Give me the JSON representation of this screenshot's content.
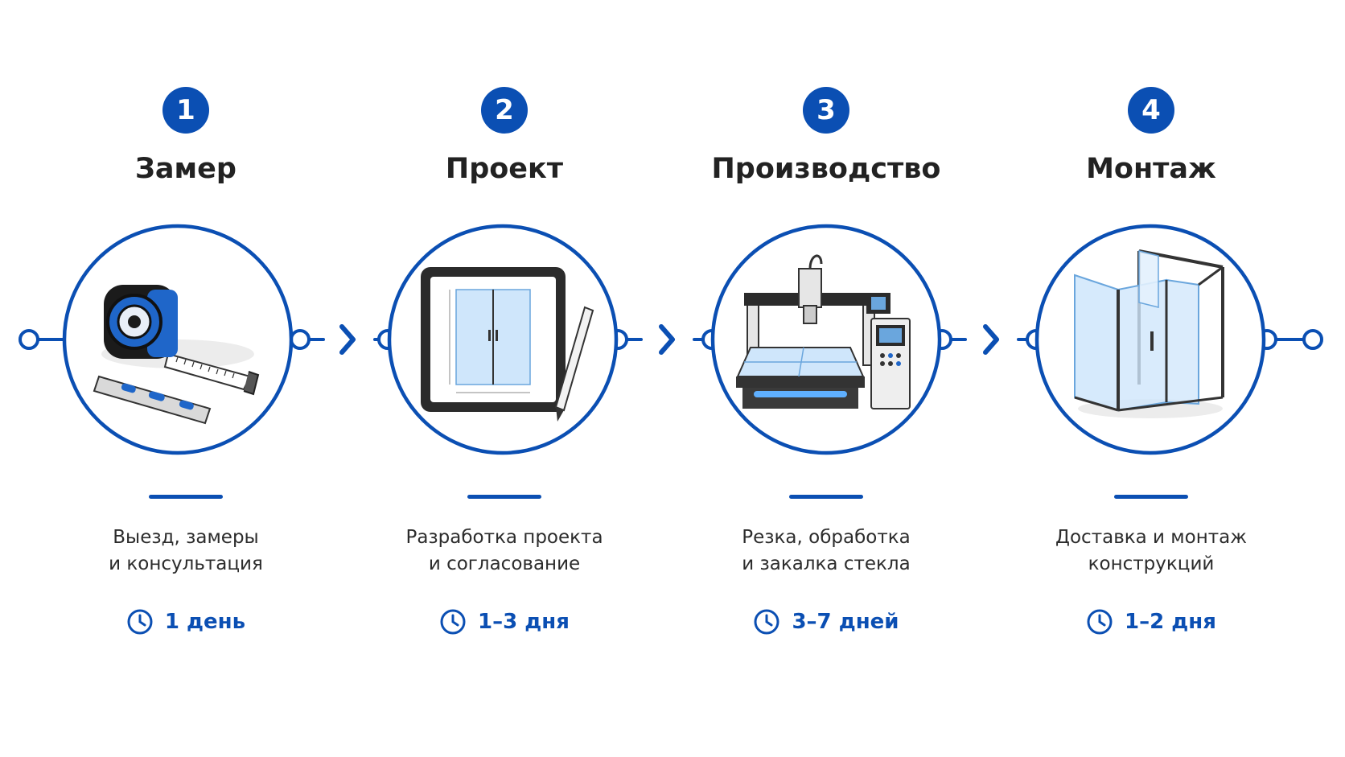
{
  "colors": {
    "accent": "#0b4fb3",
    "text": "#222222",
    "glass": "#cfe6fb"
  },
  "steps": [
    {
      "number": "1",
      "title": "Замер",
      "desc_line1": "Выезд, замеры",
      "desc_line2": "и консультация",
      "duration": "1 день",
      "icon": "tape-measure-and-level-icon",
      "duration_icon": "clock-icon"
    },
    {
      "number": "2",
      "title": "Проект",
      "desc_line1": "Разработка проекта",
      "desc_line2": "и согласование",
      "duration": "1–3 дня",
      "icon": "tablet-with-stylus-icon",
      "duration_icon": "clock-icon"
    },
    {
      "number": "3",
      "title": "Производство",
      "desc_line1": "Резка, обработка",
      "desc_line2": "и закалка стекла",
      "duration": "3–7 дней",
      "icon": "cnc-glass-cutting-machine-icon",
      "duration_icon": "clock-icon"
    },
    {
      "number": "4",
      "title": "Монтаж",
      "desc_line1": "Доставка и монтаж",
      "desc_line2": "конструкций",
      "duration": "1–2 дня",
      "icon": "glass-shower-enclosure-icon",
      "duration_icon": "clock-icon"
    }
  ]
}
